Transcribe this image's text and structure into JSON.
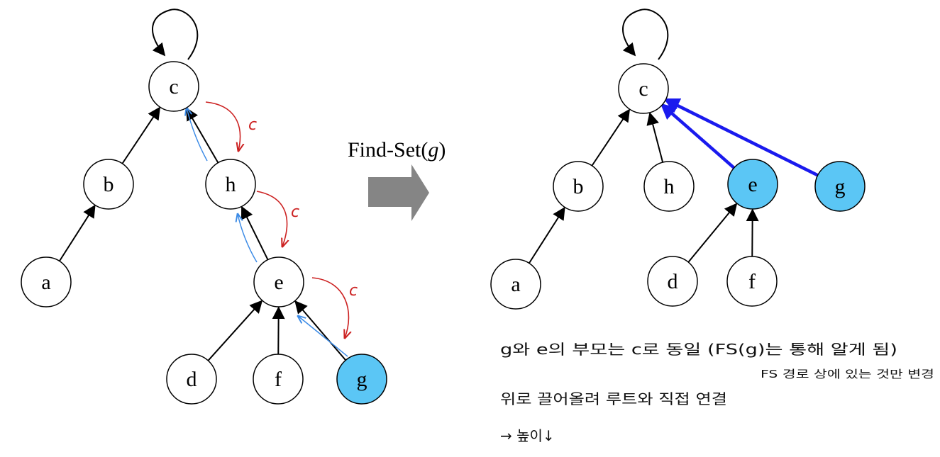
{
  "operation": {
    "label": "Find-Set(",
    "arg": "g",
    "close": ")"
  },
  "colors": {
    "highlight": "#5bc6f5",
    "path_blue": "#3c8be6",
    "compress_red": "#cc2222",
    "new_link_blue": "#1a1aee",
    "arrow_gray": "#858585"
  },
  "before": {
    "nodes": [
      {
        "id": "c",
        "label": "c",
        "highlight": false
      },
      {
        "id": "b",
        "label": "b",
        "highlight": false
      },
      {
        "id": "h",
        "label": "h",
        "highlight": false
      },
      {
        "id": "a",
        "label": "a",
        "highlight": false
      },
      {
        "id": "e",
        "label": "e",
        "highlight": false
      },
      {
        "id": "d",
        "label": "d",
        "highlight": false
      },
      {
        "id": "f",
        "label": "f",
        "highlight": false
      },
      {
        "id": "g",
        "label": "g",
        "highlight": true
      }
    ],
    "edges": [
      {
        "from": "b",
        "to": "c"
      },
      {
        "from": "h",
        "to": "c"
      },
      {
        "from": "a",
        "to": "b"
      },
      {
        "from": "e",
        "to": "h"
      },
      {
        "from": "d",
        "to": "e"
      },
      {
        "from": "f",
        "to": "e"
      },
      {
        "from": "g",
        "to": "e"
      }
    ],
    "curve_label": "c"
  },
  "after": {
    "nodes": [
      {
        "id": "c",
        "label": "c",
        "highlight": false
      },
      {
        "id": "b",
        "label": "b",
        "highlight": false
      },
      {
        "id": "h",
        "label": "h",
        "highlight": false
      },
      {
        "id": "e",
        "label": "e",
        "highlight": true
      },
      {
        "id": "g",
        "label": "g",
        "highlight": true
      },
      {
        "id": "a",
        "label": "a",
        "highlight": false
      },
      {
        "id": "d",
        "label": "d",
        "highlight": false
      },
      {
        "id": "f",
        "label": "f",
        "highlight": false
      }
    ],
    "edges": [
      {
        "from": "b",
        "to": "c",
        "compressed": false
      },
      {
        "from": "h",
        "to": "c",
        "compressed": false
      },
      {
        "from": "e",
        "to": "c",
        "compressed": true
      },
      {
        "from": "g",
        "to": "c",
        "compressed": true
      },
      {
        "from": "a",
        "to": "b",
        "compressed": false
      },
      {
        "from": "d",
        "to": "e",
        "compressed": false
      },
      {
        "from": "f",
        "to": "e",
        "compressed": false
      }
    ]
  },
  "notes": {
    "line1": "g와 e의 부모는 c로 동일 (FS(g)는 통해 알게 됨)",
    "line2": "FS 경로 상에 있는 것만 변경",
    "line3": "위로 끌어올려 루트와 직접 연결",
    "line4": "→ 높이↓"
  }
}
